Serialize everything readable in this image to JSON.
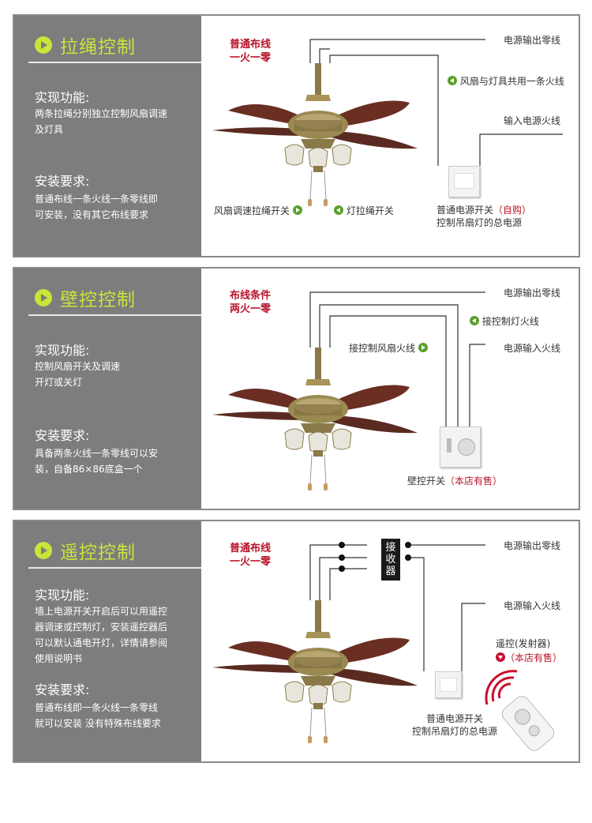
{
  "colors": {
    "accent": "#c8e53a",
    "panel_gray": "#7d7d7d",
    "red_text": "#b8142a",
    "green_icon": "#5aa02c"
  },
  "panels": [
    {
      "title": "拉绳控制",
      "func_heading": "实现功能:",
      "func_lines": [
        "两条拉绳分别独立控制风扇调速",
        "及灯具"
      ],
      "req_heading": "安装要求:",
      "req_lines": [
        "普通布线一条火线一条零线即",
        "可安装，没有其它布线要求"
      ],
      "wiring_lines": [
        "普通布线",
        "一火一零"
      ],
      "labels": {
        "neutral_out": "电源输出零线",
        "shared_live": "风扇与灯具共用一条火线",
        "input_live": "输入电源火线",
        "fan_pull": "风扇调速拉绳开关",
        "light_pull": "灯拉绳开关",
        "switch_a": "普通电源开关",
        "switch_note": "（自购）",
        "switch_b": "控制吊扇灯的总电源"
      }
    },
    {
      "title": "壁控控制",
      "func_heading": "实现功能:",
      "func_lines": [
        "控制风扇开关及调速",
        "开灯或关灯"
      ],
      "req_heading": "安装要求:",
      "req_lines": [
        "具备两条火线一条零线可以安",
        "装，自备86×86底盒一个"
      ],
      "wiring_lines": [
        "布线条件",
        "两火一零"
      ],
      "labels": {
        "neutral_out": "电源输出零线",
        "light_live": "接控制灯火线",
        "fan_live": "接控制风扇火线",
        "input_live": "电源输入火线",
        "switch_a": "壁控开关",
        "switch_note": "（本店有售）"
      }
    },
    {
      "title": "遥控控制",
      "func_heading": "实现功能:",
      "func_lines": [
        "墙上电源开关开启后可以用遥控",
        "器调速或控制灯，安装遥控器后",
        "可以默认通电开灯，详情请参阅",
        "使用说明书"
      ],
      "req_heading": "安装要求:",
      "req_lines": [
        "普通布线即一条火线一条零线",
        "就可以安装 没有特殊布线要求"
      ],
      "wiring_lines": [
        "普通布线",
        "一火一零"
      ],
      "labels": {
        "neutral_out": "电源输出零线",
        "input_live": "电源输入火线",
        "receiver": [
          "接",
          "收",
          "器"
        ],
        "remote_a": "遥控(发射器)",
        "remote_note": "（本店有售）",
        "switch_a": "普通电源开关",
        "switch_b": "控制吊扇灯的总电源"
      }
    }
  ]
}
